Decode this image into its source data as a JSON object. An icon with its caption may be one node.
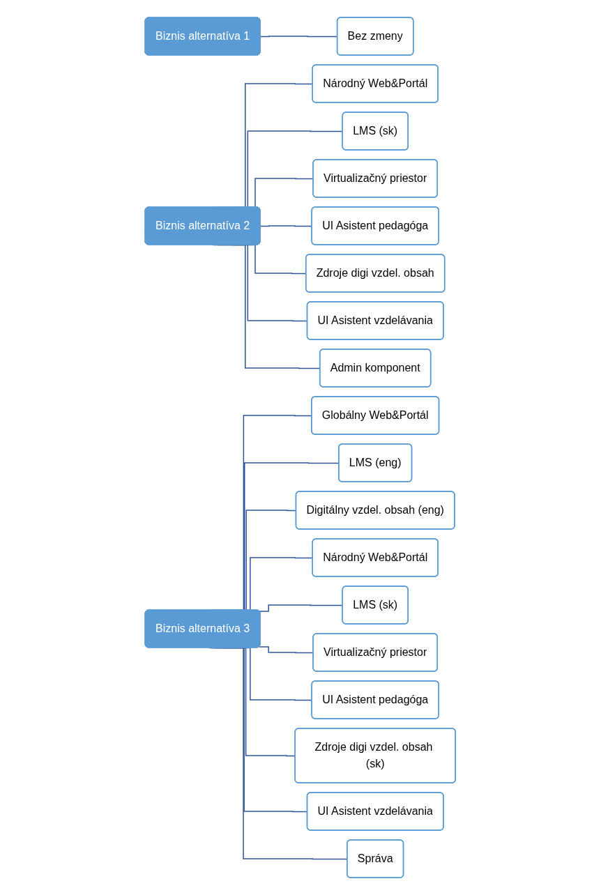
{
  "diagram": {
    "nodes": [
      {
        "text": [
          "Biznis alternatíva 1"
        ]
      },
      {
        "text": [
          "Bez zmeny"
        ]
      },
      {
        "text": [
          "Biznis alternatíva 2"
        ]
      },
      {
        "text": [
          "Národný Web&Portál"
        ]
      },
      {
        "text": [
          "LMS (sk)"
        ]
      },
      {
        "text": [
          "Virtualizačný priestor"
        ]
      },
      {
        "text": [
          "UI Asistent pedagóga"
        ]
      },
      {
        "text": [
          "Zdroje digi vzdel. obsah"
        ]
      },
      {
        "text": [
          "UI Asistent vzdelávania"
        ]
      },
      {
        "text": [
          "Admin komponent"
        ]
      },
      {
        "text": [
          "Biznis alternatíva 3"
        ]
      },
      {
        "text": [
          "Globálny Web&Portál"
        ]
      },
      {
        "text": [
          "LMS (eng)"
        ]
      },
      {
        "text": [
          "Digitálny vzdel. obsah (eng)"
        ]
      },
      {
        "text": [
          "Národný Web&Portál"
        ]
      },
      {
        "text": [
          "LMS (sk)"
        ]
      },
      {
        "text": [
          "Virtualizačný priestor"
        ]
      },
      {
        "text": [
          "UI Asistent pedagóga"
        ]
      },
      {
        "text": [
          "Zdroje digi vzdel. obsah (sk)"
        ]
      },
      {
        "text": [
          "UI Asistent vzdelávania"
        ]
      },
      {
        "text": [
          "Správa"
        ]
      }
    ],
    "edges": [
      {
        "from": 0,
        "to": 1,
        "arrow": "none"
      },
      {
        "from": 2,
        "to": 3,
        "arrow": "none"
      },
      {
        "from": 2,
        "to": 4,
        "arrow": "none"
      },
      {
        "from": 2,
        "to": 5,
        "arrow": "none"
      },
      {
        "from": 2,
        "to": 6,
        "arrow": "none"
      },
      {
        "from": 2,
        "to": 7,
        "arrow": "none"
      },
      {
        "from": 2,
        "to": 8,
        "arrow": "none"
      },
      {
        "from": 2,
        "to": 9,
        "arrow": "none"
      },
      {
        "from": 10,
        "to": 11,
        "arrow": "none"
      },
      {
        "from": 10,
        "to": 12,
        "arrow": "none"
      },
      {
        "from": 10,
        "to": 13,
        "arrow": "none"
      },
      {
        "from": 10,
        "to": 14,
        "arrow": "none"
      },
      {
        "from": 10,
        "to": 15,
        "arrow": "none"
      },
      {
        "from": 10,
        "to": 16,
        "arrow": "none"
      },
      {
        "from": 10,
        "to": 17,
        "arrow": "none"
      },
      {
        "from": 10,
        "to": 18,
        "arrow": "none"
      },
      {
        "from": 10,
        "to": 19,
        "arrow": "none"
      },
      {
        "from": 10,
        "to": 20,
        "arrow": "none"
      }
    ]
  }
}
